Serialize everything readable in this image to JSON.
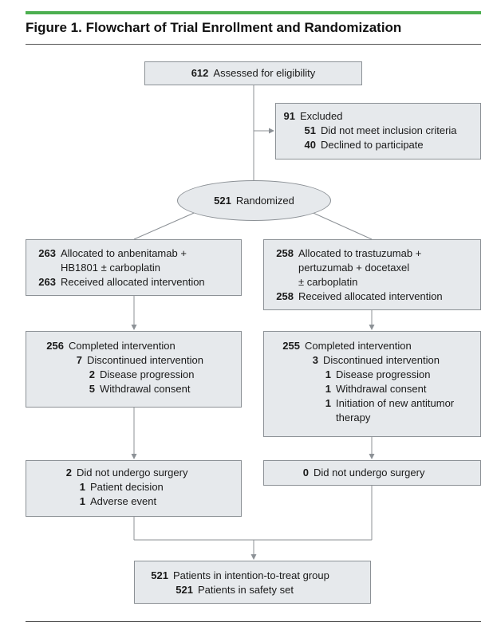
{
  "figure": {
    "title": "Figure 1. Flowchart of Trial Enrollment and Randomization"
  },
  "boxes": {
    "assessed": {
      "n": "612",
      "label": "Assessed for eligibility"
    },
    "excluded": {
      "n": "91",
      "label": "Excluded",
      "reasons": [
        {
          "n": "51",
          "label": "Did not meet inclusion criteria"
        },
        {
          "n": "40",
          "label": "Declined to participate"
        }
      ]
    },
    "randomized": {
      "n": "521",
      "label": "Randomized"
    },
    "left_alloc": {
      "lines": [
        {
          "n": "263",
          "label": "Allocated to anbenitamab +"
        },
        {
          "n": "",
          "label": "HB1801 ± carboplatin"
        },
        {
          "n": "263",
          "label": "Received allocated intervention"
        }
      ]
    },
    "right_alloc": {
      "lines": [
        {
          "n": "258",
          "label": "Allocated to trastuzumab +"
        },
        {
          "n": "",
          "label": "pertuzumab + docetaxel"
        },
        {
          "n": "",
          "label": "± carboplatin"
        },
        {
          "n": "258",
          "label": "Received allocated intervention"
        }
      ]
    },
    "left_completed": {
      "lines": [
        {
          "n": "256",
          "label": "Completed intervention"
        },
        {
          "n": "7",
          "label": "Discontinued intervention"
        },
        {
          "n": "2",
          "label": "Disease progression"
        },
        {
          "n": "5",
          "label": "Withdrawal consent"
        }
      ]
    },
    "right_completed": {
      "lines": [
        {
          "n": "255",
          "label": "Completed intervention"
        },
        {
          "n": "3",
          "label": "Discontinued intervention"
        },
        {
          "n": "1",
          "label": "Disease progression"
        },
        {
          "n": "1",
          "label": "Withdrawal consent"
        },
        {
          "n": "1",
          "label": "Initiation of new antitumor"
        },
        {
          "n": "",
          "label": "therapy"
        }
      ]
    },
    "left_surgery": {
      "lines": [
        {
          "n": "2",
          "label": "Did not undergo surgery"
        },
        {
          "n": "1",
          "label": "Patient decision"
        },
        {
          "n": "1",
          "label": "Adverse event"
        }
      ]
    },
    "right_surgery": {
      "lines": [
        {
          "n": "0",
          "label": "Did not undergo surgery"
        }
      ]
    },
    "final": {
      "lines": [
        {
          "n": "521",
          "label": "Patients in intention-to-treat group"
        },
        {
          "n": "521",
          "label": "Patients in safety set"
        }
      ]
    }
  },
  "colors": {
    "accent_bar": "#4caf50",
    "box_fill": "#e6e9ec",
    "box_border": "#8c9196"
  }
}
